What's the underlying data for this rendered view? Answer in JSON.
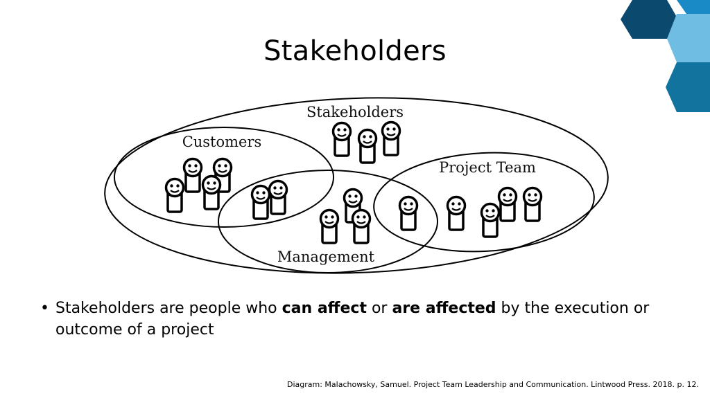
{
  "slide": {
    "title": "Stakeholders"
  },
  "diagram": {
    "labels": {
      "stakeholders": "Stakeholders",
      "customers": "Customers",
      "project_team": "Project Team",
      "management": "Management"
    },
    "icons": {
      "stakeholders": "person-icon",
      "customers": "person-icon",
      "project_team": "person-icon",
      "management": "person-icon",
      "overlap": "person-icon"
    },
    "stroke_color": "#000000"
  },
  "bullet": {
    "marker": "•",
    "text_1": "Stakeholders are people who ",
    "bold_1": "can affect",
    "text_2": " or ",
    "bold_2": "are affected",
    "text_3": " by the execution or outcome of a project"
  },
  "citation": "Diagram: Malachowsky, Samuel. Project Team Leadership and Communication. Lintwood Press. 2018. p. 12.",
  "theme": {
    "hex_dark": "#0b4a6e",
    "hex_mid": "#1a8ac7",
    "hex_light": "#6fbde3",
    "hex_accent": "#12739f"
  }
}
